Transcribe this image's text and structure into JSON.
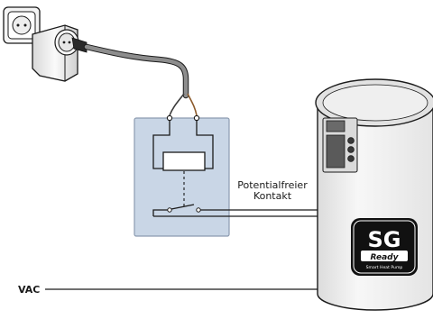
{
  "labels": {
    "contact_line1": "Potentialfreier",
    "contact_line2": "Kontakt",
    "vac": "VAC"
  },
  "badge": {
    "main": "SG",
    "sub": "Ready",
    "caption": "Smart Heat Pump"
  },
  "colors": {
    "line": "#1a1a1a",
    "relay_box_fill": "#c9d6e6",
    "relay_box_stroke": "#8c9bb0",
    "plug_body": "#f1f1f1",
    "cable": "#8d8d8d",
    "tank_top": "#e2e2e2",
    "tank_body": "#f2f2f2",
    "badge_bg": "#111111",
    "badge_text": "#ffffff"
  }
}
